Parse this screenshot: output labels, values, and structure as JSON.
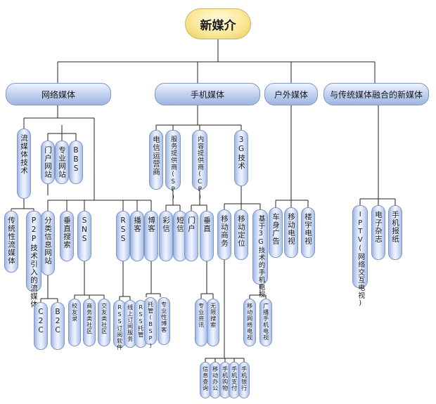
{
  "root": "新媒介",
  "categories": {
    "web": "网络媒体",
    "mobile": "手机媒体",
    "outdoor": "户外媒体",
    "fusion": "与传统媒体融合的新媒体"
  },
  "web": {
    "streaming_tech": "流媒体技术",
    "streaming_traditional": "传统性流媒体",
    "streaming_p2p": "P2P技术引入的流媒体",
    "portal_sites": "门户网站",
    "pro_sites": "专业网站",
    "bbs": "BBS",
    "info_portal": "分类信息网站",
    "vertical_search": "垂直搜索",
    "sns": "SNS",
    "rss": "RSS",
    "podcast": "播客",
    "blog": "博客",
    "c2c": "C2C",
    "b2c": "B2C",
    "alumni": "校友录",
    "biz_community": "商务类社区",
    "dating_community": "交友类社区",
    "rss_reader": "RSS订阅软件",
    "online_subscribe": "线上订阅服务",
    "rss_hosting": "RSS托管",
    "bsp": "托管(BSP)",
    "pro_blog": "专业性博客"
  },
  "mobile": {
    "telecom": "电信运营商",
    "sp": "服务提供商(SP)",
    "cp": "内容提供商(CP)",
    "g3": "3G技术",
    "mms": "彩信",
    "sms": "短信",
    "portal": "门户",
    "vertical": "垂直",
    "mobile_biz": "移动商务",
    "mobile_loc": "移动定位",
    "mobile_tv_3g": "基于3G技术的手机电视",
    "pro_info": "专业资讯",
    "wireless_search": "无限搜索",
    "mobile_net_tv": "移动网络电视",
    "broadcast_tv": "广播手机电视",
    "info_push": "信息查询",
    "mobile_office": "移动办公",
    "mobile_shopping": "手机购物",
    "mobile_pay": "手机支付",
    "mobile_bank": "手机银行"
  },
  "outdoor": {
    "car_ads": "车身广告",
    "mobile_tv": "移动电视",
    "building_tv": "楼宇电视"
  },
  "fusion": {
    "iptv": "IPTV(网络交互电视)",
    "e_magazine": "电子杂志",
    "mobile_paper": "手机报纸"
  }
}
